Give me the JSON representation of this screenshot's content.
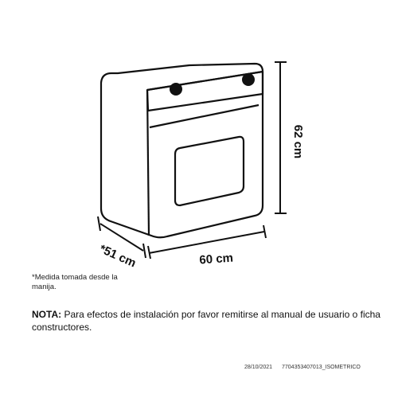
{
  "dimensions": {
    "height": "62 cm",
    "width": "60 cm",
    "depth": "*51 cm"
  },
  "notes": {
    "depth_footnote": "*Medida tomada desde la manija.",
    "nota_label": "NOTA:",
    "nota_text": " Para efectos de instalación por favor remitirse al manual de usuario o ficha constructores."
  },
  "footer": {
    "date": "28/10/2021",
    "code": "7704353407013_ISOMETRICO"
  }
}
